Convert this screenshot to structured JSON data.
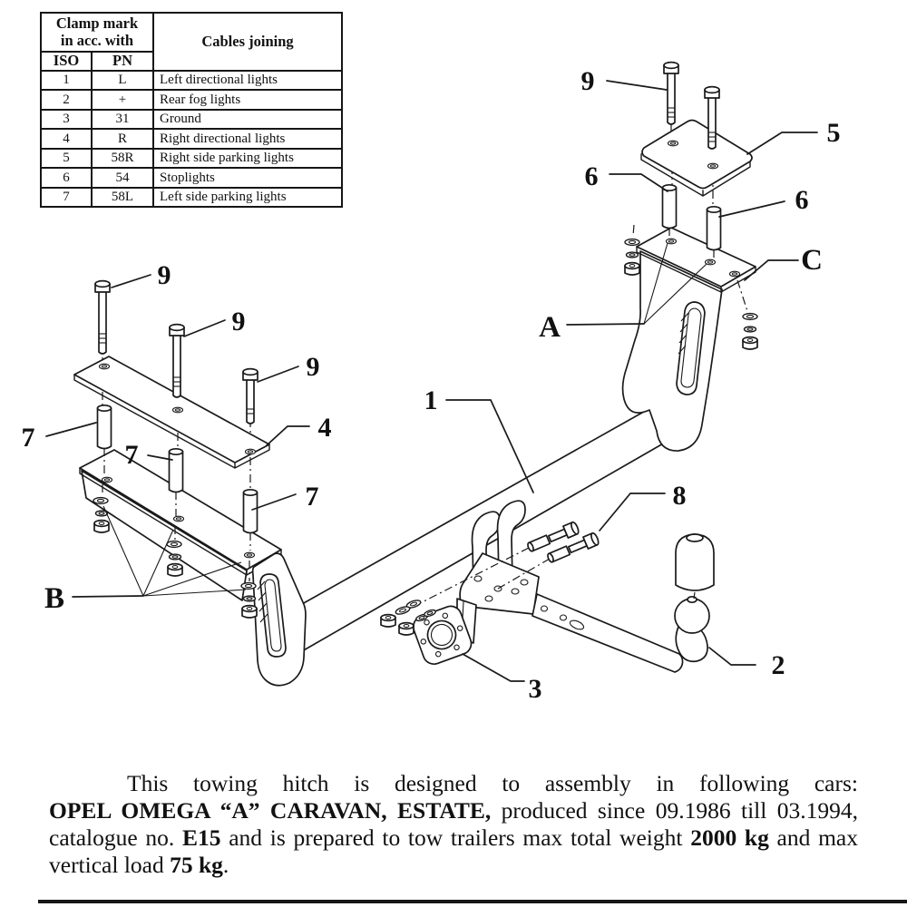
{
  "table": {
    "header": {
      "clamp_line1": "Clamp mark",
      "clamp_line2": "in acc. with",
      "iso": "ISO",
      "pn": "PN",
      "cables": "Cables joining"
    },
    "rows": [
      {
        "iso": "1",
        "pn": "L",
        "cable": "Left directional lights"
      },
      {
        "iso": "2",
        "pn": "+",
        "cable": "Rear fog lights"
      },
      {
        "iso": "3",
        "pn": "31",
        "cable": "Ground"
      },
      {
        "iso": "4",
        "pn": "R",
        "cable": "Right directional lights"
      },
      {
        "iso": "5",
        "pn": "58R",
        "cable": "Right side parking lights"
      },
      {
        "iso": "6",
        "pn": "54",
        "cable": "Stoplights"
      },
      {
        "iso": "7",
        "pn": "58L",
        "cable": "Left side parking lights"
      }
    ]
  },
  "diagram": {
    "labels": {
      "part1": "1",
      "part2": "2",
      "part3": "3",
      "part4": "4",
      "part5": "5",
      "part6_a": "6",
      "part6_b": "6",
      "part7_a": "7",
      "part7_b": "7",
      "part7_c": "7",
      "part8": "8",
      "part9_a": "9",
      "part9_b": "9",
      "part9_c": "9",
      "part9_d": "9",
      "ref_a": "A",
      "ref_b": "B",
      "ref_c": "C"
    }
  },
  "footer": {
    "intro": "This towing hitch is designed to assembly in following cars: ",
    "cars_bold": "OPEL OMEGA “A” CARAVAN, ESTATE,",
    "produced": " produced since 09.1986 till 03.1994, catalogue no. ",
    "catalogue_bold": "E15",
    "tow": " and is prepared to tow trailers max total weight ",
    "weight_bold": "2000 kg",
    "vertical": " and max vertical load ",
    "load_bold": "75 kg",
    "period": "."
  },
  "colors": {
    "ink": "#1a1a1a",
    "paper": "#ffffff"
  }
}
